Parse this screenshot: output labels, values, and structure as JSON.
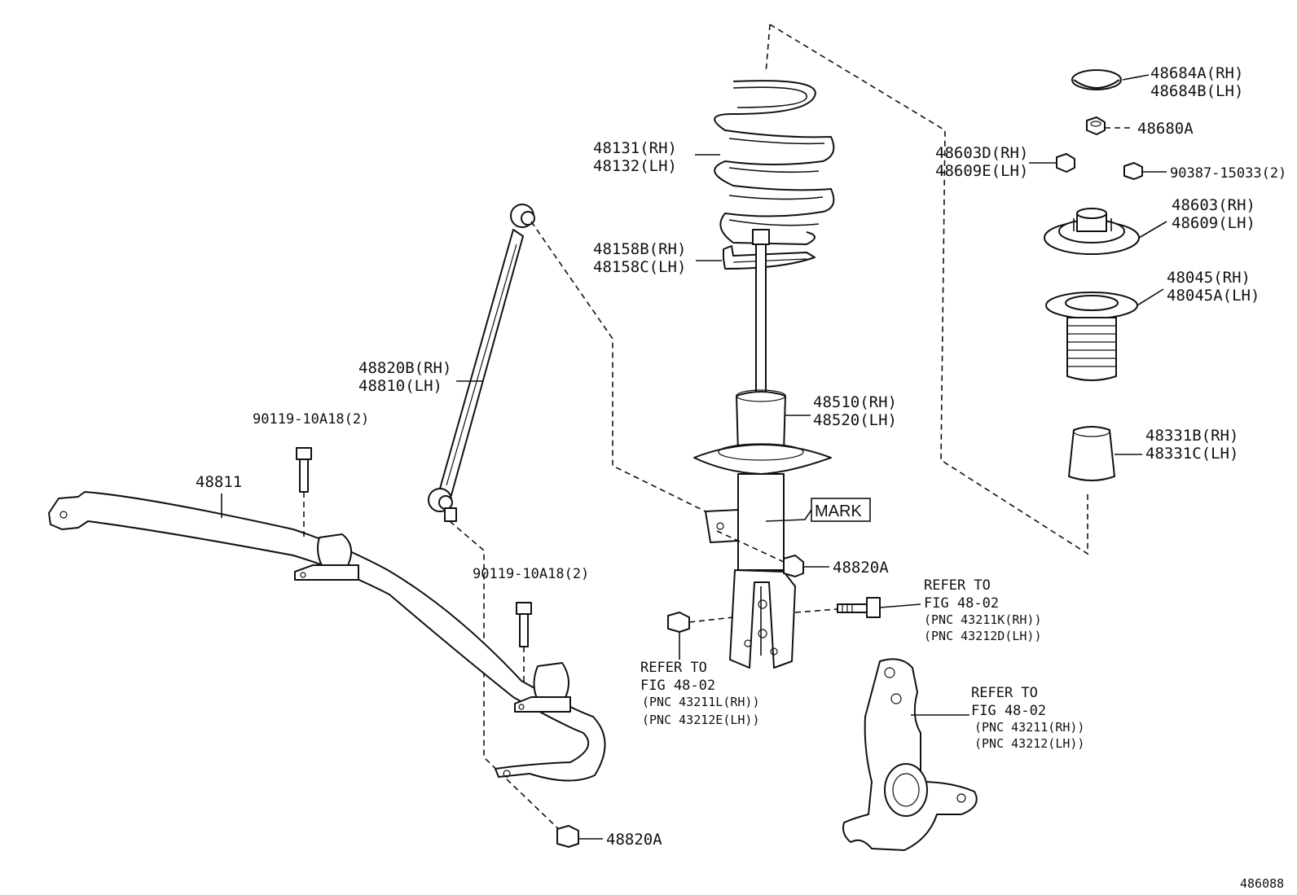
{
  "labels": {
    "cap_rh": "48684A(RH)",
    "cap_lh": "48684B(LH)",
    "nut_top": "48680A",
    "nut_mount_rh": "48603D(RH)",
    "nut_mount_lh": "48609E(LH)",
    "mount_stud": "90387-15033(2)",
    "mount_rh": "48603(RH)",
    "mount_lh": "48609(LH)",
    "boot_rh": "48045(RH)",
    "boot_lh": "48045A(LH)",
    "bumper_rh": "48331B(RH)",
    "bumper_lh": "48331C(LH)",
    "spring_rh": "48131(RH)",
    "spring_lh": "48132(LH)",
    "insulator_rh": "48158B(RH)",
    "insulator_lh": "48158C(LH)",
    "link_rh": "48820B(RH)",
    "link_lh": "48810(LH)",
    "bolt_upper": "90119-10A18(2)",
    "stabilizer_bar": "48811",
    "bolt_lower": "90119-10A18(2)",
    "strut_rh": "48510(RH)",
    "strut_lh": "48520(LH)",
    "mark": "MARK",
    "link_nut_upper": "48820A",
    "link_nut_lower": "48820A",
    "ref_bolt": {
      "line1": "REFER TO",
      "line2": "FIG 48-02",
      "line3": "(PNC 43211K(RH))",
      "line4": "(PNC 43212D(LH))"
    },
    "ref_nut": {
      "line1": "REFER TO",
      "line2": "FIG 48-02",
      "line3": "(PNC 43211L(RH))",
      "line4": "(PNC 43212E(LH))"
    },
    "ref_knuckle": {
      "line1": "REFER TO",
      "line2": "FIG 48-02",
      "line3": "(PNC 43211(RH))",
      "line4": "(PNC 43212(LH))"
    },
    "figure_number": "486088"
  }
}
